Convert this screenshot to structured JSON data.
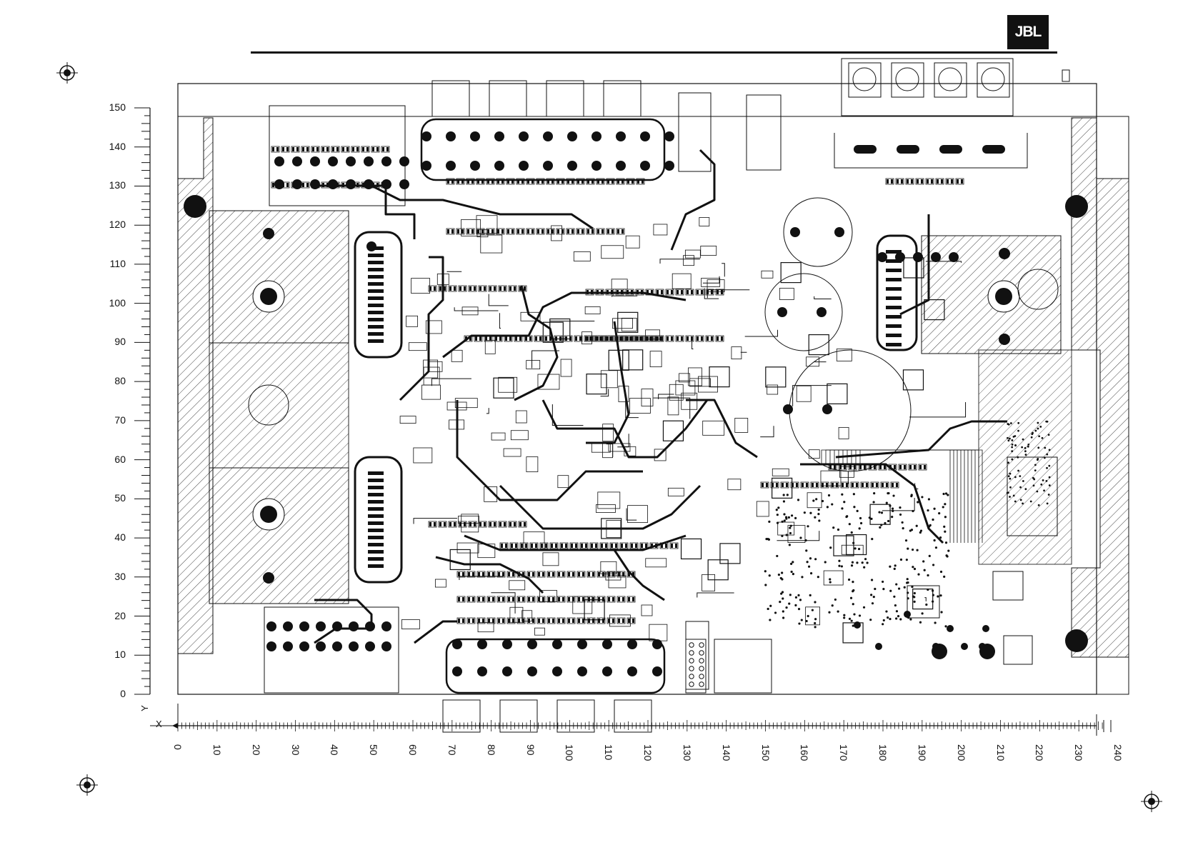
{
  "brand": {
    "logo_text": "JBL"
  },
  "y_axis": {
    "label": "Y",
    "ticks": [
      "150",
      "140",
      "130",
      "120",
      "110",
      "100",
      "90",
      "80",
      "70",
      "60",
      "50",
      "40",
      "30",
      "20",
      "10",
      "0"
    ]
  },
  "x_axis": {
    "label": "X",
    "ticks": [
      "0",
      "10",
      "20",
      "30",
      "40",
      "50",
      "60",
      "70",
      "80",
      "90",
      "100",
      "110",
      "120",
      "130",
      "140",
      "150",
      "160",
      "170",
      "180",
      "190",
      "200",
      "210",
      "220",
      "230",
      "240"
    ]
  },
  "icons": {
    "registration": "registration-mark-icon",
    "logo": "jbl-logo"
  },
  "colors": {
    "ink": "#111111",
    "background": "#ffffff"
  }
}
